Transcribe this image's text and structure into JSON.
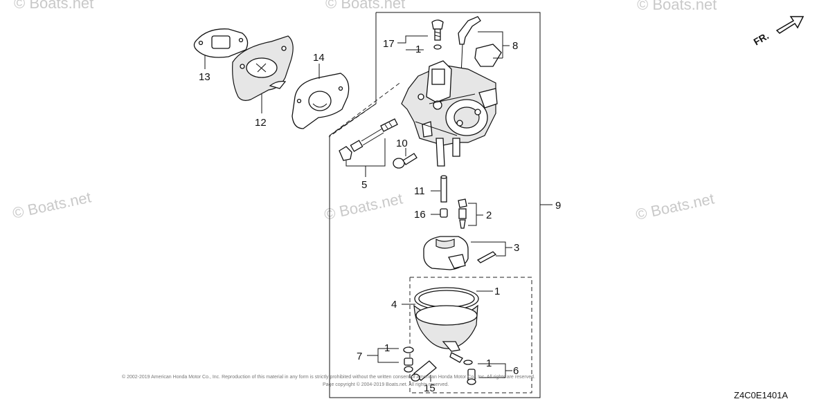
{
  "watermarks": [
    "© Boats.net",
    "© Boats.net",
    "© Boats.net",
    "© Boats.net",
    "© Boats.net",
    "© Boats.net"
  ],
  "labels": {
    "l13": "13",
    "l12": "12",
    "l14": "14",
    "l17": "17",
    "l1a": "1",
    "l8": "8",
    "l10": "10",
    "l5": "5",
    "l11": "11",
    "l16": "16",
    "l2": "2",
    "l9": "9",
    "l3": "3",
    "l1b": "1",
    "l4": "4",
    "l7": "7",
    "l1c": "1",
    "l1d": "1",
    "l6": "6",
    "l15": "15"
  },
  "front_marker": "FR.",
  "diagram_code": "Z4C0E1401A",
  "copyright_line1": "© 2002-2019 American Honda Motor Co., Inc. Reproduction of this material in any form is strictly prohibited without the written consent of American Honda Motor Co., Inc. All rights are reserved.",
  "copyright_line2": "Page copyright © 2004-2019 Boats.net. All rights reserved."
}
